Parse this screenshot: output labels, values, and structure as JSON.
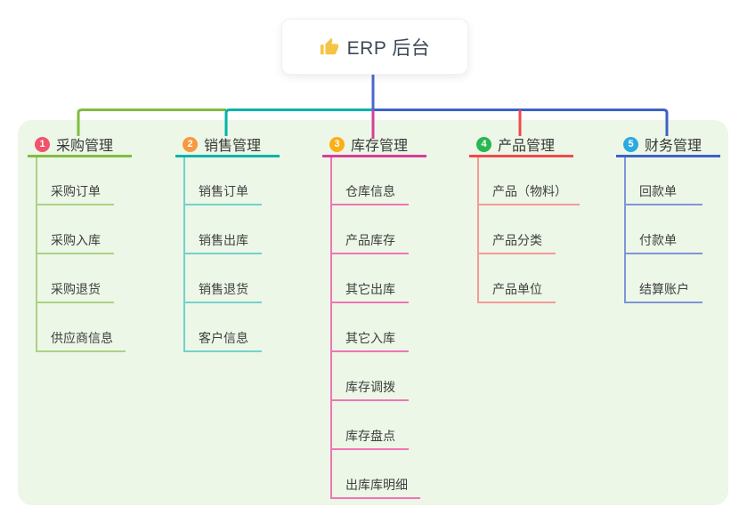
{
  "root": {
    "label": "ERP 后台",
    "icon": "thumbs-up-icon",
    "icon_color": "#F6C445",
    "connector_color": "#4A67D2"
  },
  "branches": [
    {
      "badge": "1",
      "label": "采购管理",
      "badge_color": "#F2536B",
      "line_color": "#82BB40",
      "light_color": "#ABD284",
      "children": [
        "采购订单",
        "采购入库",
        "采购退货",
        "供应商信息"
      ]
    },
    {
      "badge": "2",
      "label": "销售管理",
      "badge_color": "#F9983E",
      "line_color": "#00B3AB",
      "light_color": "#74D2C8",
      "children": [
        "销售订单",
        "销售出库",
        "销售退货",
        "客户信息"
      ]
    },
    {
      "badge": "3",
      "label": "库存管理",
      "badge_color": "#FBAE17",
      "line_color": "#D93D98",
      "light_color": "#F075B4",
      "children": [
        "仓库信息",
        "产品库存",
        "其它出库",
        "其它入库",
        "库存调拨",
        "库存盘点",
        "出库库明细"
      ]
    },
    {
      "badge": "4",
      "label": "产品管理",
      "badge_color": "#2CB552",
      "line_color": "#F2494D",
      "light_color": "#F59B96",
      "children": [
        "产品（物料）",
        "产品分类",
        "产品单位"
      ]
    },
    {
      "badge": "5",
      "label": "财务管理",
      "badge_color": "#2CA9E1",
      "line_color": "#3C62C8",
      "light_color": "#8095D8",
      "children": [
        "回款单",
        "付款单",
        "结算账户"
      ]
    }
  ],
  "panel_color": "#ECF7E7"
}
